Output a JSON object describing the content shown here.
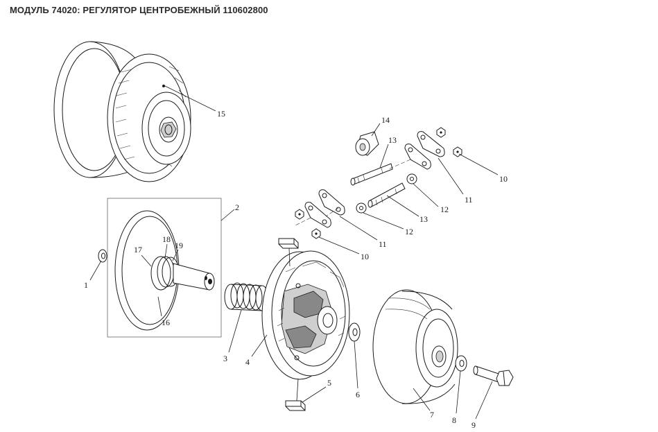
{
  "title": "МОДУЛЬ 74020: РЕГУЛЯТОР ЦЕНТРОБЕЖНЫЙ 110602800",
  "callouts": {
    "c1": "1",
    "c2": "2",
    "c3": "3",
    "c4": "4",
    "c5": "5",
    "c6": "6",
    "c7": "7",
    "c8": "8",
    "c9": "9",
    "c10a": "10",
    "c10b": "10",
    "c11a": "11",
    "c11b": "11",
    "c12a": "12",
    "c12b": "12",
    "c13a": "13",
    "c13b": "13",
    "c14": "14",
    "c15": "15",
    "c16": "16",
    "c17": "17",
    "c18": "18",
    "c19": "19"
  }
}
